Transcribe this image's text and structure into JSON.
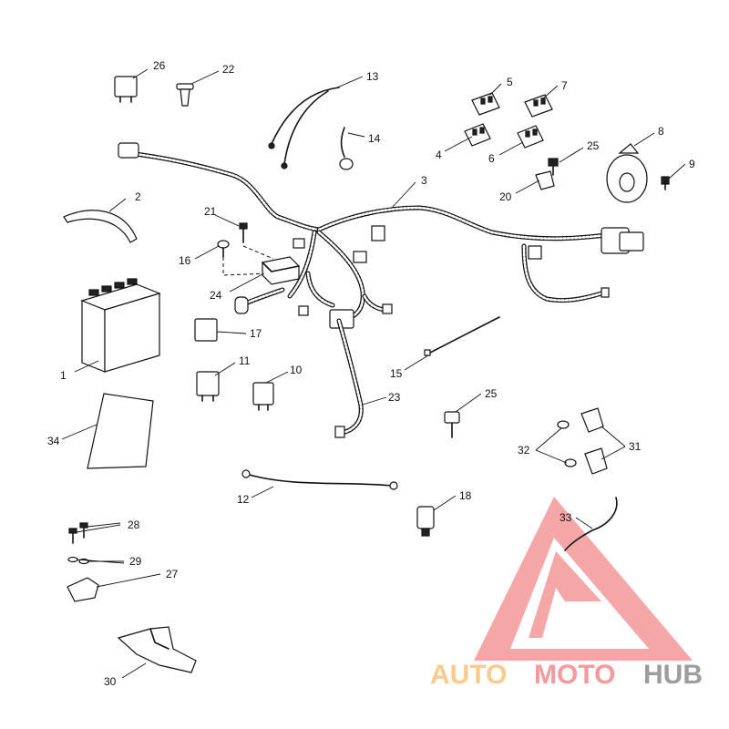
{
  "colors": {
    "background": "#ffffff",
    "line": "#111111",
    "watermark_triangle": "#f28a8a",
    "watermark_auto": "#f7c27a",
    "watermark_moto": "#f28a8a",
    "watermark_hub": "#8c8c8c"
  },
  "callouts": {
    "c1": "1",
    "c2": "2",
    "c3": "3",
    "c4": "4",
    "c5": "5",
    "c6": "6",
    "c7": "7",
    "c8": "8",
    "c9": "9",
    "c10": "10",
    "c11": "11",
    "c12": "12",
    "c13": "13",
    "c14": "14",
    "c15": "15",
    "c16": "16",
    "c17": "17",
    "c18": "18",
    "c20": "20",
    "c21": "21",
    "c22": "22",
    "c23": "23",
    "c24": "24",
    "c25a": "25",
    "c25b": "25",
    "c26": "26",
    "c27": "27",
    "c28": "28",
    "c29": "29",
    "c30": "30",
    "c31": "31",
    "c32": "32",
    "c33": "33",
    "c34": "34"
  },
  "watermark": {
    "auto": "AUTO",
    "moto": "MOTO",
    "hub": "HUB"
  }
}
